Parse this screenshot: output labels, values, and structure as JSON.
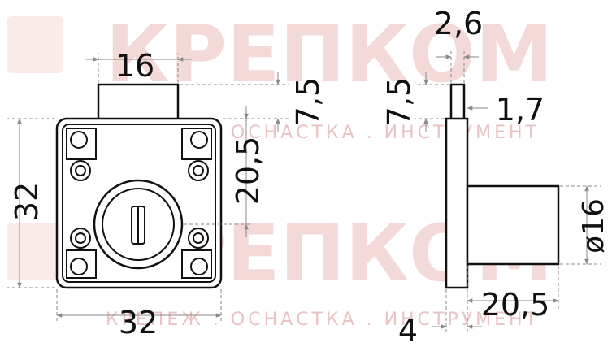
{
  "watermark": {
    "brand": "КРЕПКОМ",
    "tagline": "КРЕПЕЖ . ОСНАСТКА . ИНСТРУМЕНТ"
  },
  "dimensions": {
    "tongue_width": "16",
    "tongue_protrusion": "7,5",
    "key_center_offset": "20,5",
    "body_height": "32",
    "body_width": "32",
    "tongue_thickness": "2,6",
    "side_tongue_protrusion": "7,5",
    "plate_thickness_top": "1,7",
    "cylinder_diameter": "ø16",
    "cylinder_length": "20,5",
    "plate_thickness": "4"
  }
}
